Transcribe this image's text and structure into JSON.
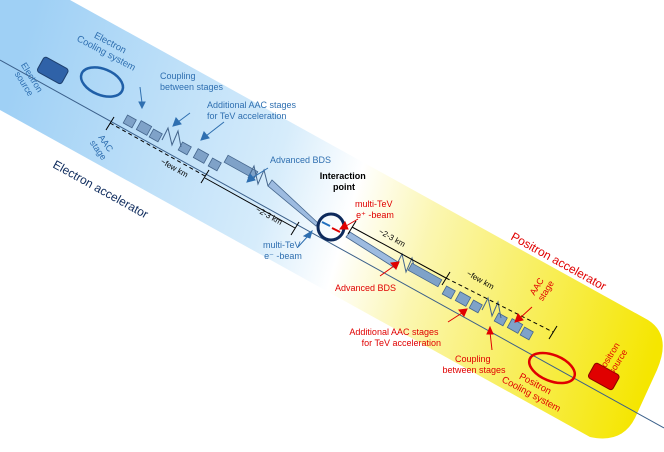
{
  "colors": {
    "electron": "#2f6fb0",
    "positron": "#e00000",
    "band_left": "#9fd0f5",
    "band_right": "#f2e600",
    "stage_fill": "#7fa2c8",
    "stage_dark": "#44658c",
    "ring_dark": "#0d2a5c",
    "axis": "#3a5f8a"
  },
  "labels": {
    "electron_source": [
      "Electron",
      "source"
    ],
    "electron_cooling": [
      "Electron",
      "Cooling system"
    ],
    "coupling_e": [
      "Coupling",
      "between stages"
    ],
    "additional_aac_e": [
      "Additional AAC stages",
      "for TeV acceleration"
    ],
    "aac_stage_e": [
      "AAC",
      "stage"
    ],
    "few_km_e": "~few km",
    "advanced_bds_e": "Advanced BDS",
    "electron_accelerator": "Electron accelerator",
    "two_three_km_e": "~2-3 km",
    "multi_tev_e": [
      "multi-TeV",
      "e⁻ -beam"
    ],
    "interaction_point": [
      "Interaction",
      "point"
    ],
    "multi_tev_p": [
      "multi-TeV",
      "e⁺ -beam"
    ],
    "two_three_km_p": "~2-3 km",
    "positron_accelerator": "Positron accelerator",
    "advanced_bds_p": "Advanced BDS",
    "few_km_p": "~few km",
    "aac_stage_p": [
      "AAC",
      "stage"
    ],
    "additional_aac_p": [
      "Additional AAC stages",
      "for TeV acceleration"
    ],
    "coupling_p": [
      "Coupling",
      "between stages"
    ],
    "positron_source": [
      "Positron",
      "source"
    ],
    "positron_cooling": [
      "Positron",
      "Cooling system"
    ]
  },
  "icons": {
    "electron_source": "rounded-square",
    "positron_source": "rounded-square",
    "cooling": "ellipse-ring",
    "interaction": "ring"
  }
}
